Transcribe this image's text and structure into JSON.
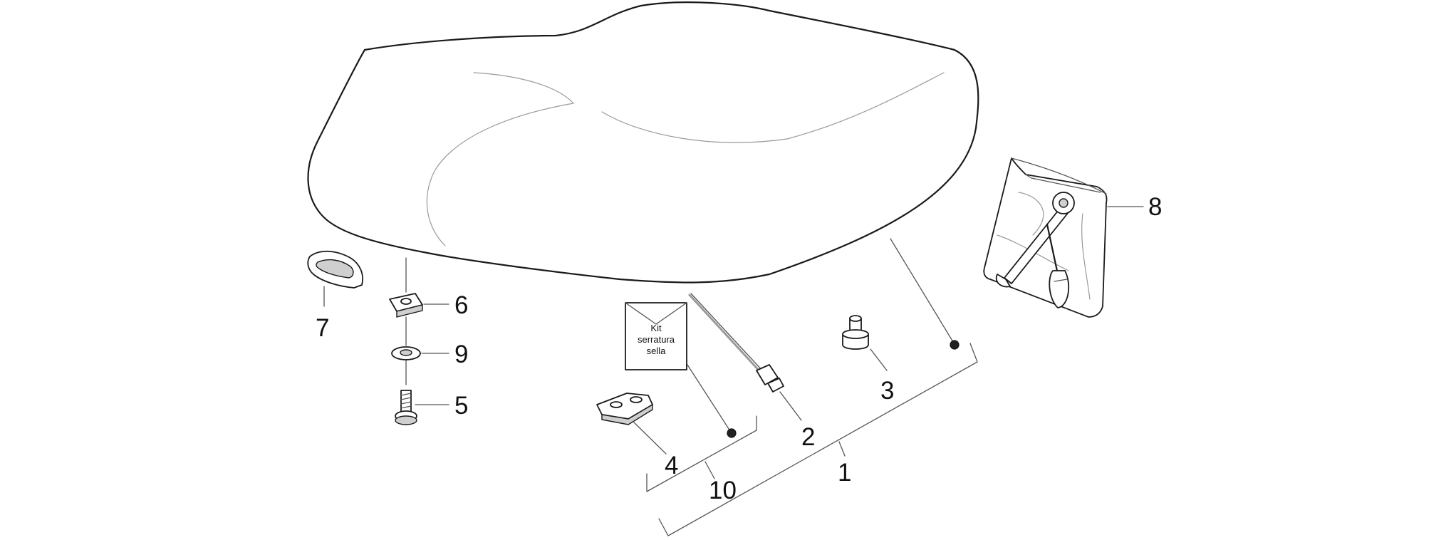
{
  "callouts": {
    "c1": "1",
    "c2": "2",
    "c3": "3",
    "c4": "4",
    "c5": "5",
    "c6": "6",
    "c7": "7",
    "c8": "8",
    "c9": "9",
    "c10": "10"
  },
  "kit_label": {
    "line1": "Kit",
    "line2": "serratura",
    "line3": "sella"
  }
}
